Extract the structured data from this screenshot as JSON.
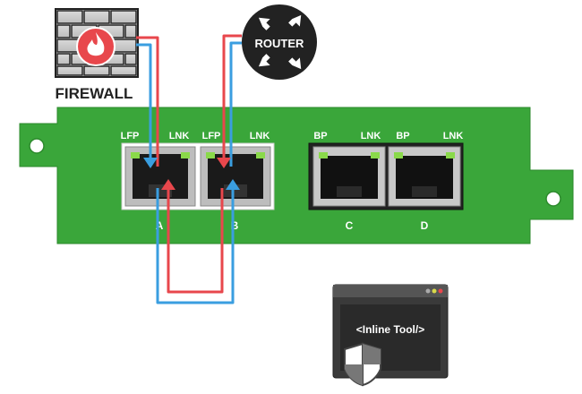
{
  "firewall": {
    "label": "FIREWALL",
    "icon": "flame-icon"
  },
  "router": {
    "label": "ROUTER",
    "icon": "arrows-icon"
  },
  "card": {
    "color": "#3aa63a",
    "port_labels_top": [
      "LFP",
      "LNK",
      "LFP",
      "LNK",
      "BP",
      "LNK",
      "BP",
      "LNK"
    ],
    "port_names": [
      "A",
      "B",
      "C",
      "D"
    ]
  },
  "inline_tool": {
    "label": "<Inline Tool/>",
    "icon": "shield-icon"
  },
  "colors": {
    "red_line": "#e8474c",
    "blue_line": "#3a9ee0"
  }
}
